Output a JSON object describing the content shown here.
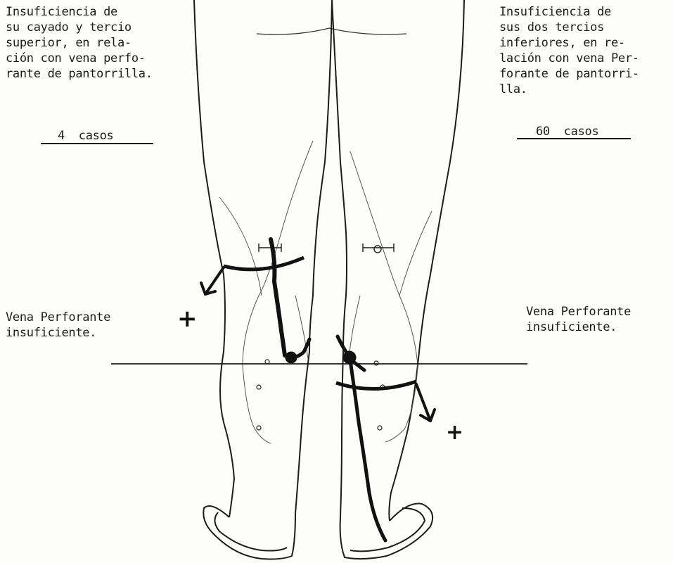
{
  "left_panel": {
    "description": "Insuficiencia de\nsu cayado y tercio\nsuperior, en rela-\nción con vena perfo-\nrante de pantorrilla.",
    "count": "4  casos",
    "perforator": "Vena Perforante\ninsuficiente.",
    "marker": "+"
  },
  "right_panel": {
    "description": "Insuficiencia de\nsus dos tercios\ninferiores, en re-\nlación con vena Per-\nforante de pantorri-\nlla.",
    "count": "60  casos",
    "perforator": "Vena Perforante\ninsuficiente.",
    "marker": "+"
  },
  "colors": {
    "ink": "#1c1c1c",
    "paper": "#fdfdfb",
    "vein": "#111111"
  }
}
